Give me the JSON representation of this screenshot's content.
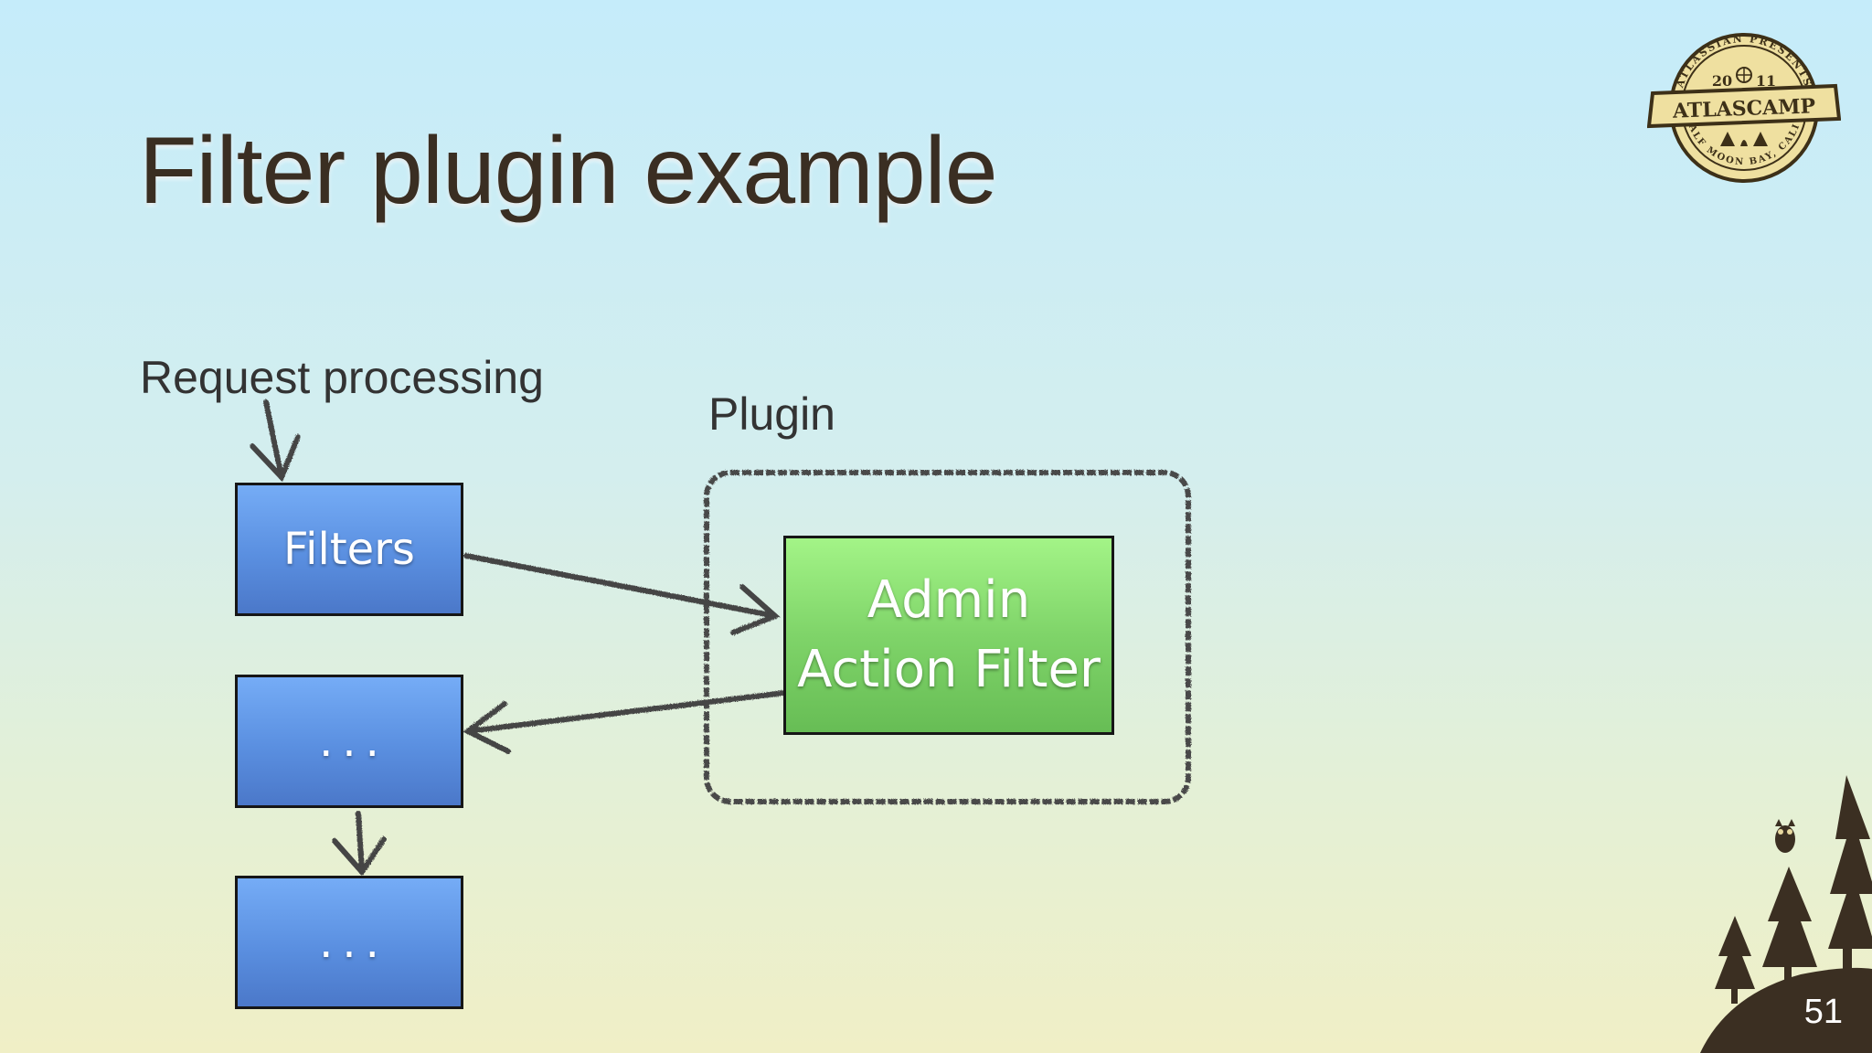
{
  "slide": {
    "title": "Filter plugin example",
    "request_label": "Request processing",
    "plugin_label": "Plugin",
    "page_number": "51"
  },
  "diagram": {
    "filters_box": "Filters",
    "chain_box_1": "...",
    "chain_box_2": "...",
    "admin_filter_line1": "Admin",
    "admin_filter_line2": "Action Filter"
  },
  "badge": {
    "top_text": "ATLASSIAN PRESENTS",
    "year_left": "20",
    "year_right": "11",
    "banner": "ATLASCAMP",
    "bottom_text": "HALF MOON BAY, CALIF"
  },
  "colors": {
    "box_blue": "#5a8fe0",
    "box_green": "#7fd469",
    "chalk": "#4a4a4a",
    "title": "#3a2e22"
  },
  "icons": {
    "badge": "atlascamp-badge-icon",
    "trees": "forest-silhouette-icon",
    "owl": "owl-icon"
  }
}
